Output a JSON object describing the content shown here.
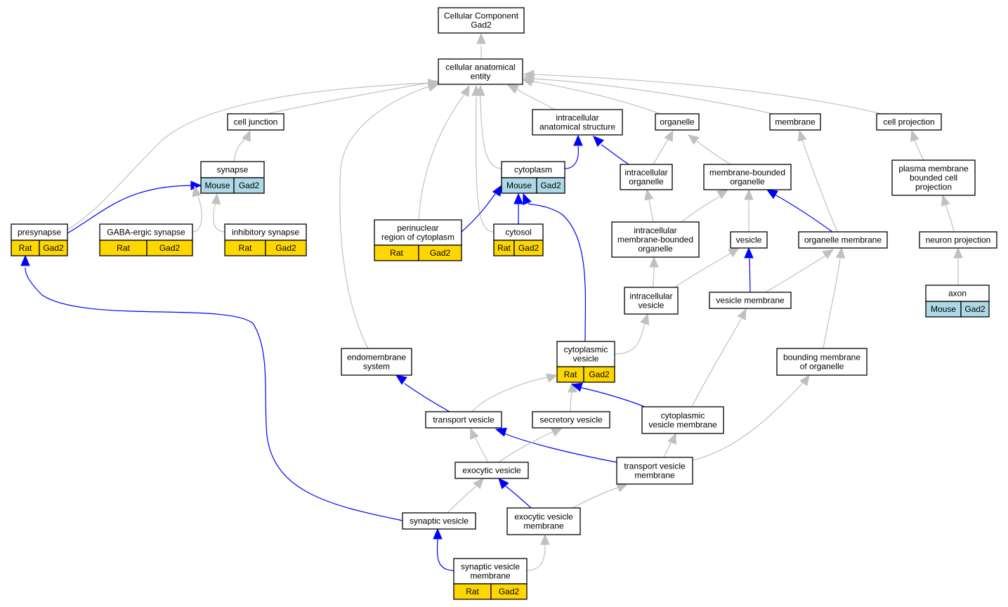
{
  "colors": {
    "grey_edge": "#c0c0c0",
    "blue_edge": "#0000ff",
    "rat_cell": "#ffd700",
    "mouse_cell": "#add8e6"
  },
  "nodes": {
    "cellular_component": {
      "lines": [
        "Cellular Component",
        "Gad2"
      ]
    },
    "cellular_anatomical_entity": {
      "lines": [
        "cellular anatomical",
        "entity"
      ]
    },
    "cell_junction": {
      "lines": [
        "cell junction"
      ]
    },
    "intracellular_anatomical_structure": {
      "lines": [
        "intracellular",
        "anatomical structure"
      ]
    },
    "organelle": {
      "lines": [
        "organelle"
      ]
    },
    "membrane": {
      "lines": [
        "membrane"
      ]
    },
    "cell_projection": {
      "lines": [
        "cell projection"
      ]
    },
    "synapse": {
      "lines": [
        "synapse"
      ],
      "cells": [
        {
          "text": "Mouse",
          "color": "#add8e6"
        },
        {
          "text": "Gad2",
          "color": "#add8e6"
        }
      ]
    },
    "cytoplasm": {
      "lines": [
        "cytoplasm"
      ],
      "cells": [
        {
          "text": "Mouse",
          "color": "#add8e6"
        },
        {
          "text": "Gad2",
          "color": "#add8e6"
        }
      ]
    },
    "intracellular_organelle": {
      "lines": [
        "intracellular",
        "organelle"
      ]
    },
    "membrane_bounded_organelle": {
      "lines": [
        "membrane-bounded",
        "organelle"
      ]
    },
    "plasma_membrane_bounded_cell_projection": {
      "lines": [
        "plasma membrane",
        "bounded cell",
        "projection"
      ]
    },
    "presynapse": {
      "lines": [
        "presynapse"
      ],
      "cells": [
        {
          "text": "Rat",
          "color": "#ffd700"
        },
        {
          "text": "Gad2",
          "color": "#ffd700"
        }
      ]
    },
    "gaba_ergic_synapse": {
      "lines": [
        "GABA-ergic synapse"
      ],
      "cells": [
        {
          "text": "Rat",
          "color": "#ffd700"
        },
        {
          "text": "Gad2",
          "color": "#ffd700"
        }
      ]
    },
    "inhibitory_synapse": {
      "lines": [
        "inhibitory synapse"
      ],
      "cells": [
        {
          "text": "Rat",
          "color": "#ffd700"
        },
        {
          "text": "Gad2",
          "color": "#ffd700"
        }
      ]
    },
    "perinuclear_region": {
      "lines": [
        "perinuclear",
        "region of cytoplasm"
      ],
      "cells": [
        {
          "text": "Rat",
          "color": "#ffd700"
        },
        {
          "text": "Gad2",
          "color": "#ffd700"
        }
      ]
    },
    "cytosol": {
      "lines": [
        "cytosol"
      ],
      "cells": [
        {
          "text": "Rat",
          "color": "#ffd700"
        },
        {
          "text": "Gad2",
          "color": "#ffd700"
        }
      ]
    },
    "intracellular_membrane_bounded_organelle": {
      "lines": [
        "intracellular",
        "membrane-bounded",
        "organelle"
      ]
    },
    "vesicle": {
      "lines": [
        "vesicle"
      ]
    },
    "organelle_membrane": {
      "lines": [
        "organelle membrane"
      ]
    },
    "neuron_projection": {
      "lines": [
        "neuron projection"
      ]
    },
    "intracellular_vesicle": {
      "lines": [
        "intracellular",
        "vesicle"
      ]
    },
    "vesicle_membrane": {
      "lines": [
        "vesicle membrane"
      ]
    },
    "axon": {
      "lines": [
        "axon"
      ],
      "cells": [
        {
          "text": "Mouse",
          "color": "#add8e6"
        },
        {
          "text": "Gad2",
          "color": "#add8e6"
        }
      ]
    },
    "endomembrane_system": {
      "lines": [
        "endomembrane",
        "system"
      ]
    },
    "cytoplasmic_vesicle": {
      "lines": [
        "cytoplasmic",
        "vesicle"
      ],
      "cells": [
        {
          "text": "Rat",
          "color": "#ffd700"
        },
        {
          "text": "Gad2",
          "color": "#ffd700"
        }
      ]
    },
    "bounding_membrane_of_organelle": {
      "lines": [
        "bounding membrane",
        "of organelle"
      ]
    },
    "transport_vesicle": {
      "lines": [
        "transport vesicle"
      ]
    },
    "secretory_vesicle": {
      "lines": [
        "secretory vesicle"
      ]
    },
    "cytoplasmic_vesicle_membrane": {
      "lines": [
        "cytoplasmic",
        "vesicle membrane"
      ]
    },
    "exocytic_vesicle": {
      "lines": [
        "exocytic vesicle"
      ]
    },
    "transport_vesicle_membrane": {
      "lines": [
        "transport vesicle",
        "membrane"
      ]
    },
    "synaptic_vesicle": {
      "lines": [
        "synaptic vesicle"
      ]
    },
    "exocytic_vesicle_membrane": {
      "lines": [
        "exocytic vesicle",
        "membrane"
      ]
    },
    "synaptic_vesicle_membrane": {
      "lines": [
        "synaptic vesicle",
        "membrane"
      ],
      "cells": [
        {
          "text": "Rat",
          "color": "#ffd700"
        },
        {
          "text": "Gad2",
          "color": "#ffd700"
        }
      ]
    }
  },
  "edges": [
    {
      "from": "cellular_anatomical_entity",
      "to": "cellular_component",
      "kind": "is_a"
    },
    {
      "from": "cell_junction",
      "to": "cellular_anatomical_entity",
      "kind": "is_a"
    },
    {
      "from": "intracellular_anatomical_structure",
      "to": "cellular_anatomical_entity",
      "kind": "is_a"
    },
    {
      "from": "organelle",
      "to": "cellular_anatomical_entity",
      "kind": "is_a"
    },
    {
      "from": "membrane",
      "to": "cellular_anatomical_entity",
      "kind": "is_a"
    },
    {
      "from": "cell_projection",
      "to": "cellular_anatomical_entity",
      "kind": "is_a"
    },
    {
      "from": "presynapse",
      "to": "cellular_anatomical_entity",
      "kind": "is_a"
    },
    {
      "from": "endomembrane_system",
      "to": "cellular_anatomical_entity",
      "kind": "is_a"
    },
    {
      "from": "perinuclear_region",
      "to": "cellular_anatomical_entity",
      "kind": "is_a"
    },
    {
      "from": "cytoplasm",
      "to": "cellular_anatomical_entity",
      "kind": "is_a"
    },
    {
      "from": "cytosol",
      "to": "cellular_anatomical_entity",
      "kind": "is_a"
    },
    {
      "from": "synapse",
      "to": "cell_junction",
      "kind": "is_a"
    },
    {
      "from": "cytoplasm",
      "to": "intracellular_anatomical_structure",
      "kind": "part_of"
    },
    {
      "from": "intracellular_organelle",
      "to": "intracellular_anatomical_structure",
      "kind": "part_of"
    },
    {
      "from": "intracellular_organelle",
      "to": "organelle",
      "kind": "is_a"
    },
    {
      "from": "membrane_bounded_organelle",
      "to": "organelle",
      "kind": "is_a"
    },
    {
      "from": "organelle_membrane",
      "to": "membrane",
      "kind": "is_a"
    },
    {
      "from": "plasma_membrane_bounded_cell_projection",
      "to": "cell_projection",
      "kind": "is_a"
    },
    {
      "from": "presynapse",
      "to": "synapse",
      "kind": "part_of"
    },
    {
      "from": "gaba_ergic_synapse",
      "to": "synapse",
      "kind": "is_a"
    },
    {
      "from": "inhibitory_synapse",
      "to": "synapse",
      "kind": "is_a"
    },
    {
      "from": "perinuclear_region",
      "to": "cytoplasm",
      "kind": "part_of"
    },
    {
      "from": "cytosol",
      "to": "cytoplasm",
      "kind": "part_of"
    },
    {
      "from": "cytoplasmic_vesicle",
      "to": "cytoplasm",
      "kind": "part_of"
    },
    {
      "from": "intracellular_membrane_bounded_organelle",
      "to": "intracellular_organelle",
      "kind": "is_a"
    },
    {
      "from": "intracellular_membrane_bounded_organelle",
      "to": "membrane_bounded_organelle",
      "kind": "is_a"
    },
    {
      "from": "vesicle",
      "to": "membrane_bounded_organelle",
      "kind": "is_a"
    },
    {
      "from": "organelle_membrane",
      "to": "membrane_bounded_organelle",
      "kind": "part_of"
    },
    {
      "from": "neuron_projection",
      "to": "plasma_membrane_bounded_cell_projection",
      "kind": "is_a"
    },
    {
      "from": "intracellular_vesicle",
      "to": "intracellular_membrane_bounded_organelle",
      "kind": "is_a"
    },
    {
      "from": "intracellular_vesicle",
      "to": "vesicle",
      "kind": "is_a"
    },
    {
      "from": "vesicle_membrane",
      "to": "vesicle",
      "kind": "part_of"
    },
    {
      "from": "vesicle_membrane",
      "to": "organelle_membrane",
      "kind": "is_a"
    },
    {
      "from": "bounding_membrane_of_organelle",
      "to": "organelle_membrane",
      "kind": "is_a"
    },
    {
      "from": "axon",
      "to": "neuron_projection",
      "kind": "is_a"
    },
    {
      "from": "cytoplasmic_vesicle",
      "to": "intracellular_vesicle",
      "kind": "is_a"
    },
    {
      "from": "cytoplasmic_vesicle_membrane",
      "to": "vesicle_membrane",
      "kind": "is_a"
    },
    {
      "from": "transport_vesicle",
      "to": "endomembrane_system",
      "kind": "part_of"
    },
    {
      "from": "transport_vesicle",
      "to": "cytoplasmic_vesicle",
      "kind": "is_a"
    },
    {
      "from": "secretory_vesicle",
      "to": "cytoplasmic_vesicle",
      "kind": "is_a"
    },
    {
      "from": "cytoplasmic_vesicle_membrane",
      "to": "cytoplasmic_vesicle",
      "kind": "part_of"
    },
    {
      "from": "transport_vesicle_membrane",
      "to": "bounding_membrane_of_organelle",
      "kind": "is_a"
    },
    {
      "from": "exocytic_vesicle",
      "to": "transport_vesicle",
      "kind": "is_a"
    },
    {
      "from": "transport_vesicle_membrane",
      "to": "transport_vesicle",
      "kind": "part_of"
    },
    {
      "from": "exocytic_vesicle",
      "to": "secretory_vesicle",
      "kind": "is_a"
    },
    {
      "from": "transport_vesicle_membrane",
      "to": "cytoplasmic_vesicle_membrane",
      "kind": "is_a"
    },
    {
      "from": "synaptic_vesicle",
      "to": "exocytic_vesicle",
      "kind": "is_a"
    },
    {
      "from": "exocytic_vesicle_membrane",
      "to": "exocytic_vesicle",
      "kind": "part_of"
    },
    {
      "from": "exocytic_vesicle_membrane",
      "to": "transport_vesicle_membrane",
      "kind": "is_a"
    },
    {
      "from": "synaptic_vesicle",
      "to": "presynapse",
      "kind": "part_of"
    },
    {
      "from": "synaptic_vesicle_membrane",
      "to": "synaptic_vesicle",
      "kind": "part_of"
    },
    {
      "from": "synaptic_vesicle_membrane",
      "to": "exocytic_vesicle_membrane",
      "kind": "is_a"
    }
  ]
}
